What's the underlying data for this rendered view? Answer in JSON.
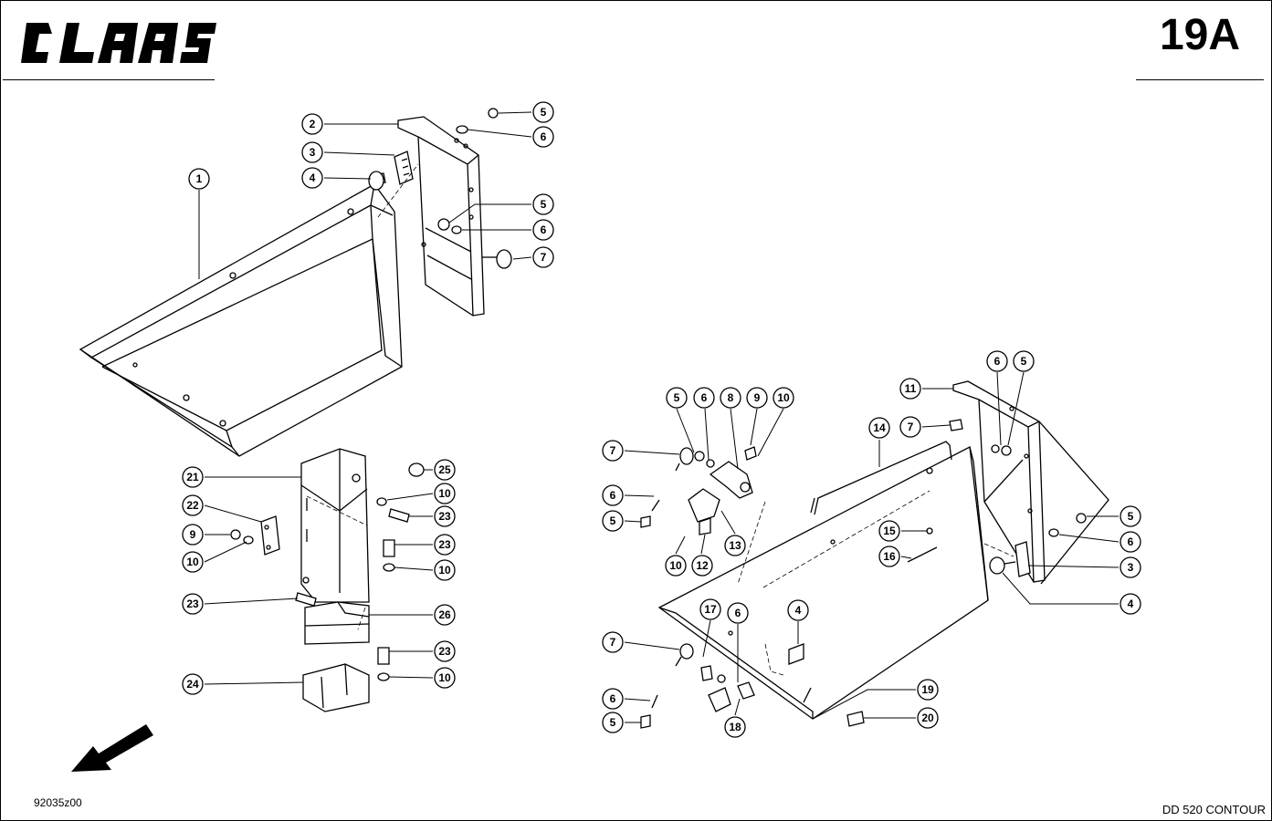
{
  "header": {
    "brand": "CLAAS",
    "page_number": "19A"
  },
  "footer": {
    "drawing_code": "92035z00",
    "model": "DD 520 CONTOUR"
  },
  "callouts": [
    "1",
    "2",
    "3",
    "4",
    "5",
    "6",
    "7",
    "8",
    "9",
    "10",
    "11",
    "12",
    "13",
    "14",
    "15",
    "16",
    "17",
    "18",
    "19",
    "20",
    "21",
    "22",
    "23",
    "24",
    "25",
    "26"
  ],
  "colors": {
    "ink": "#000000",
    "paper": "#ffffff"
  }
}
